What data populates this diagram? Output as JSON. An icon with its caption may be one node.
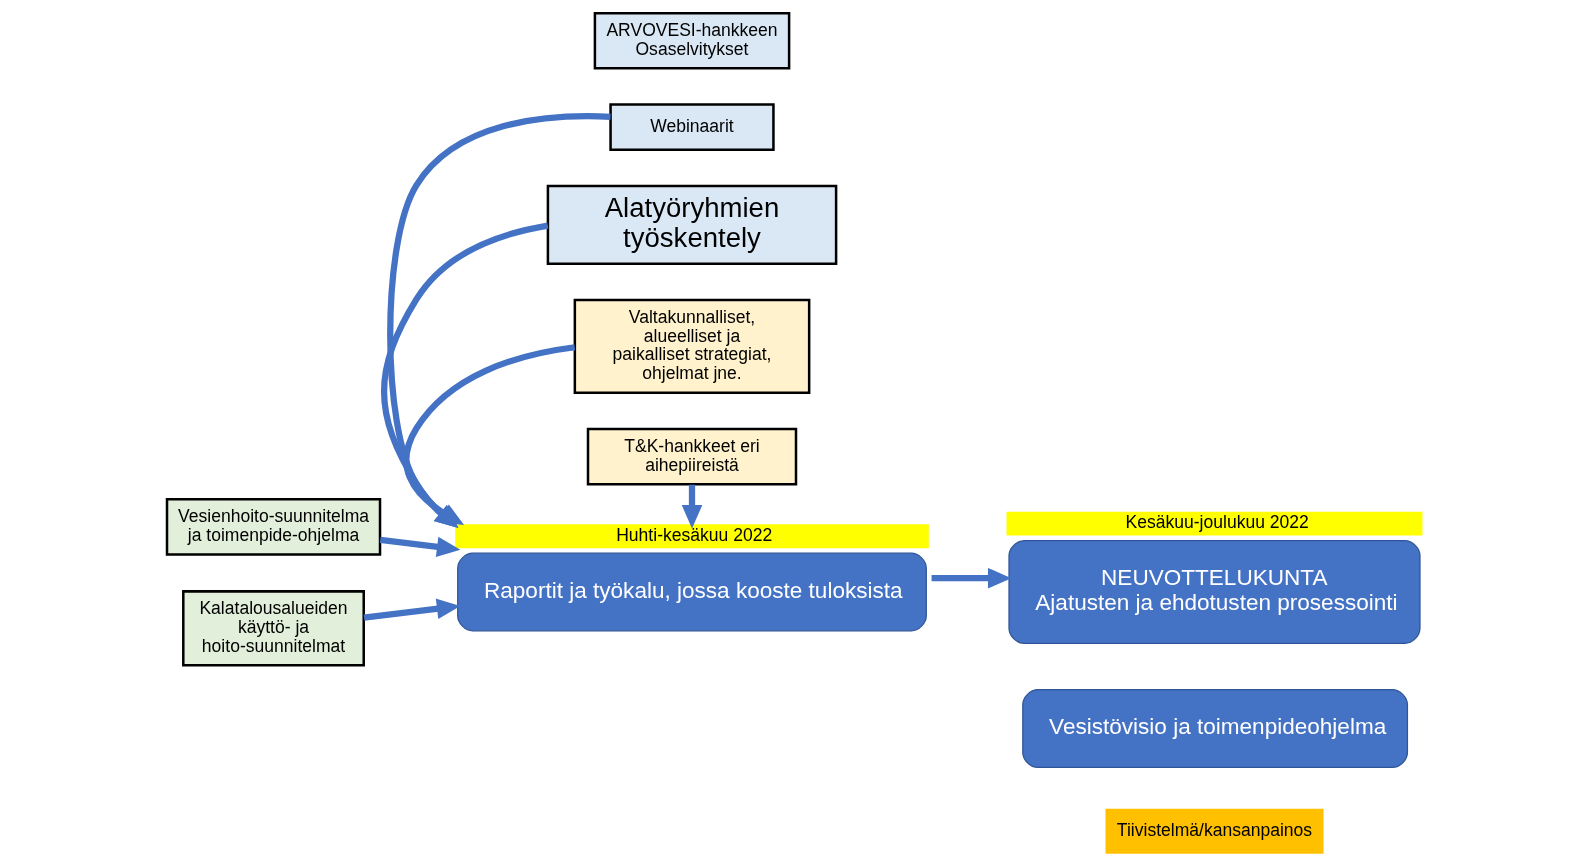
{
  "diagram": {
    "nodes": [
      {
        "text": [
          "Alatyöryhmien työskentely"
        ]
      },
      {
        "text": [
          "ARVOVESI-hankkeen Osaselvitykset"
        ]
      },
      {
        "text": [
          "Webinaarit"
        ]
      },
      {
        "text": [
          "Vesienhoito-suunnitelma ja toimenpide-ohjelma"
        ]
      },
      {
        "text": [
          "Kalatalousalueiden käyttö- ja hoito-suunnitelmat"
        ]
      },
      {
        "text": [
          "Raportit ja työkalu, jossa kooste tuloksista"
        ],
        "beside": [
          "Huhti-kesäkuu 2022"
        ]
      },
      {
        "text": [
          "NEUVOTTELUKUNTA",
          "Ajatusten ja ehdotusten prosessointi"
        ],
        "beside": [
          "Kesäkuu-joulukuu 2022"
        ]
      },
      {
        "text": [
          "Vesistövisio ja toimenpideohjelma"
        ]
      },
      {
        "text": [
          "Tiivistelmä/kansanpainos"
        ]
      },
      {
        "text": [
          "Valtakunnalliset, alueelliset ja paikalliset strategiat, ohjelmat jne."
        ]
      },
      {
        "text": [
          "T&K-hankkeet eri aihepiireistä"
        ]
      }
    ],
    "edges": [
      {
        "from": 0,
        "to": 5,
        "arrow": "to"
      },
      {
        "from": 2,
        "to": 5,
        "arrow": "to"
      },
      {
        "from": 3,
        "to": 5,
        "arrow": "to"
      },
      {
        "from": 4,
        "to": 5,
        "arrow": "to"
      },
      {
        "from": 9,
        "to": 5,
        "arrow": "to"
      },
      {
        "from": 10,
        "to": 5,
        "arrow": "to"
      },
      {
        "from": 5,
        "to": 6,
        "arrow": "to"
      }
    ]
  }
}
